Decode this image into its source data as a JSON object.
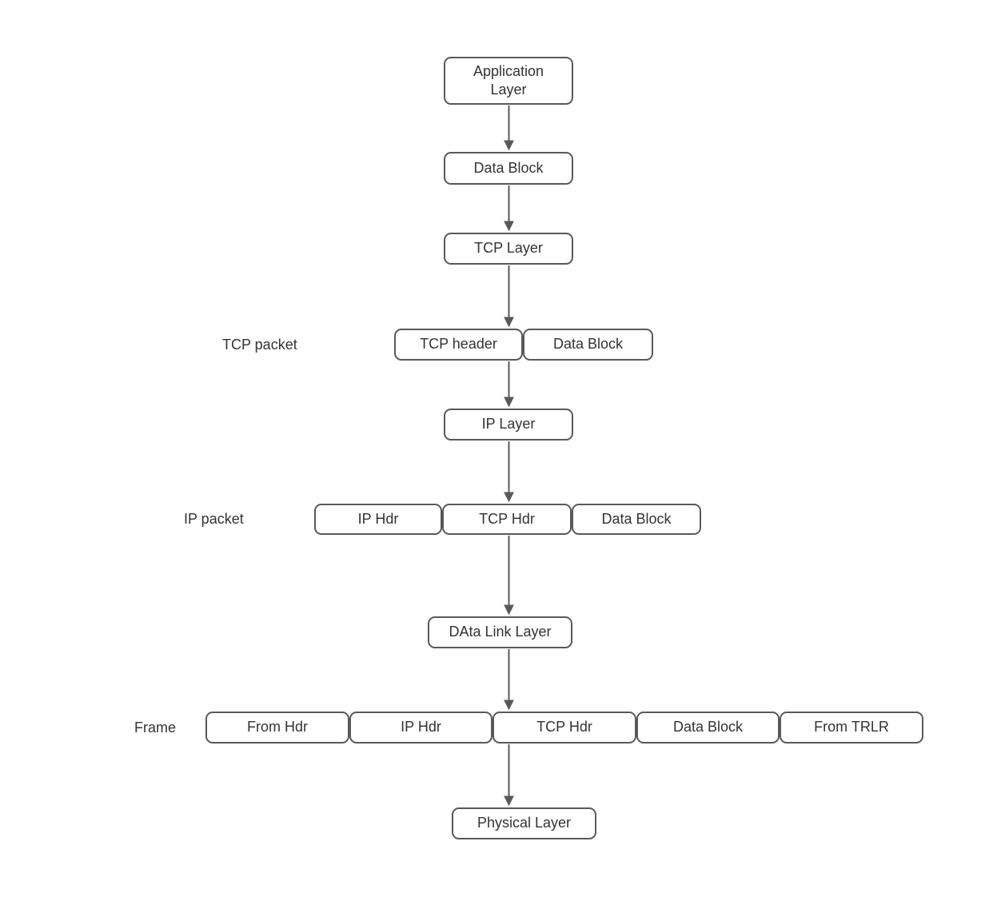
{
  "colors": {
    "background": "#ffffff",
    "box_fill": "#ffffff",
    "border": "#595959",
    "text": "#333333",
    "arrow": "#595959"
  },
  "flow": {
    "application_layer": {
      "label": "Application Layer"
    },
    "data_block": {
      "label": "Data Block"
    },
    "tcp_layer": {
      "label": "TCP Layer"
    },
    "tcp_packet": {
      "row_label": "TCP packet",
      "segments": [
        {
          "label": "TCP header"
        },
        {
          "label": "Data Block"
        }
      ]
    },
    "ip_layer": {
      "label": "IP Layer"
    },
    "ip_packet": {
      "row_label": "IP packet",
      "segments": [
        {
          "label": "IP Hdr"
        },
        {
          "label": "TCP Hdr"
        },
        {
          "label": "Data Block"
        }
      ]
    },
    "data_link_layer": {
      "label": "DAta Link Layer"
    },
    "frame": {
      "row_label": "Frame",
      "segments": [
        {
          "label": "From Hdr"
        },
        {
          "label": "IP Hdr"
        },
        {
          "label": "TCP Hdr"
        },
        {
          "label": "Data Block"
        },
        {
          "label": "From TRLR"
        }
      ]
    },
    "physical_layer": {
      "label": "Physical Layer"
    }
  }
}
